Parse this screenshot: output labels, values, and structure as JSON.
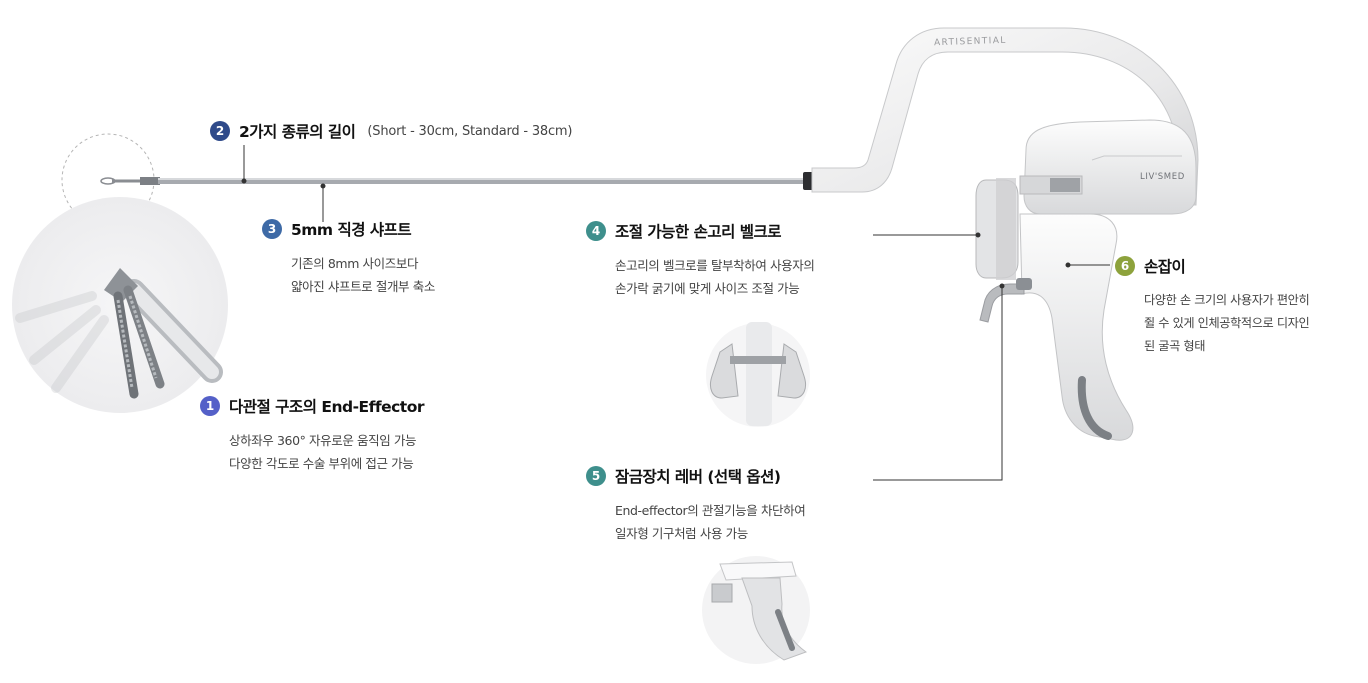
{
  "brand": {
    "handle_logo": "ARTISENTIAL",
    "body_logo": "LIV'SMED"
  },
  "colors": {
    "blue_dark": "#2f4a8a",
    "blue_mid": "#3e6aa6",
    "purple_blue": "#5460c8",
    "teal": "#3e8f8c",
    "olive": "#8da23c"
  },
  "callouts": [
    {
      "number": "1",
      "title": "다관절 구조의 End-Effector",
      "lines": [
        "상하좌우 360° 자유로운 움직임 가능",
        "다양한 각도로 수술 부위에 접근 가능"
      ]
    },
    {
      "number": "2",
      "title": "2가지 종류의 길이",
      "note": "(Short - 30cm, Standard - 38cm)"
    },
    {
      "number": "3",
      "title": "5mm 직경 샤프트",
      "lines": [
        "기존의 8mm 사이즈보다",
        "얇아진 샤프트로 절개부 축소"
      ]
    },
    {
      "number": "4",
      "title": "조절 가능한 손고리 벨크로",
      "lines": [
        "손고리의 벨크로를 탈부착하여 사용자의",
        "손가락 굵기에 맞게 사이즈 조절 가능"
      ]
    },
    {
      "number": "5",
      "title": "잠금장치 레버 (선택 옵션)",
      "lines": [
        "End-effector의 관절기능을 차단하여",
        "일자형 기구처럼 사용 가능"
      ]
    },
    {
      "number": "6",
      "title": "손잡이",
      "lines": [
        "다양한 손 크기의 사용자가 편안히",
        "쥘 수 있게 인체공학적으로 디자인",
        "된 굴곡 형태"
      ]
    }
  ]
}
